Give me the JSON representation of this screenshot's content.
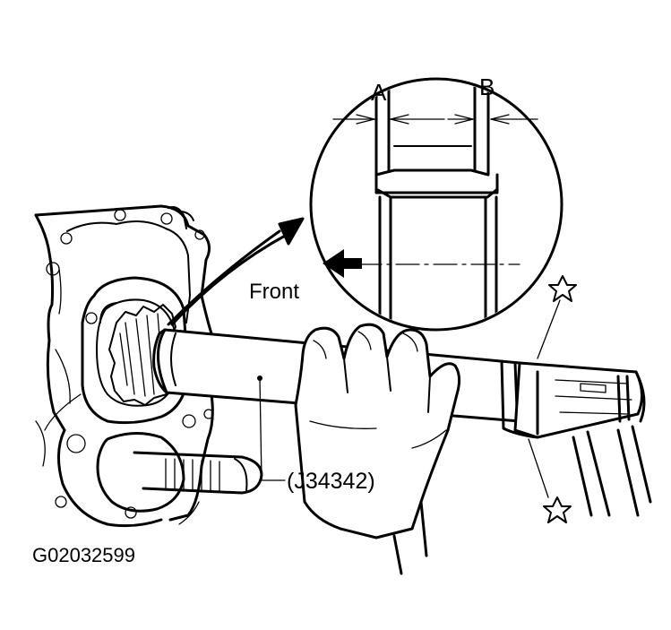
{
  "labels": {
    "dimension_a": "A",
    "dimension_b": "B",
    "direction": "Front",
    "tool": "(J34342)",
    "figure_id": "G02032599"
  }
}
